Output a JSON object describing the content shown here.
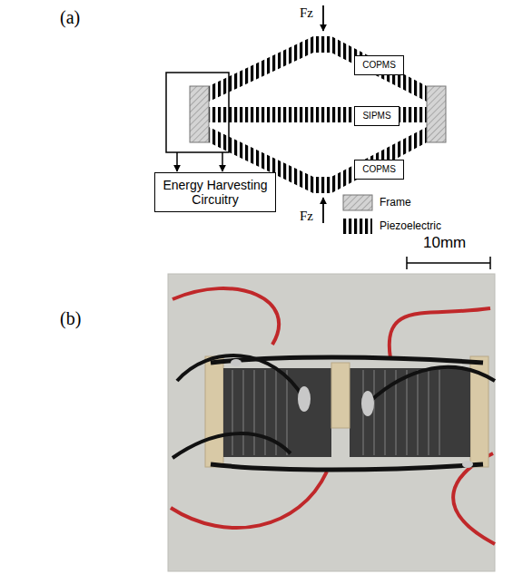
{
  "diagram": {
    "nodes": [
      {
        "text": [
          "COPMS"
        ]
      },
      {
        "text": [
          "SIPMS"
        ]
      },
      {
        "text": [
          "COPMS"
        ]
      },
      {
        "text": [
          "Energy Harvesting Circuitry"
        ]
      }
    ],
    "labels": [
      "(a)",
      "Fz",
      "Fz",
      "(b)",
      "10mm"
    ],
    "legend": [
      {
        "text": "Frame"
      },
      {
        "text": "Piezoelectric"
      }
    ]
  }
}
